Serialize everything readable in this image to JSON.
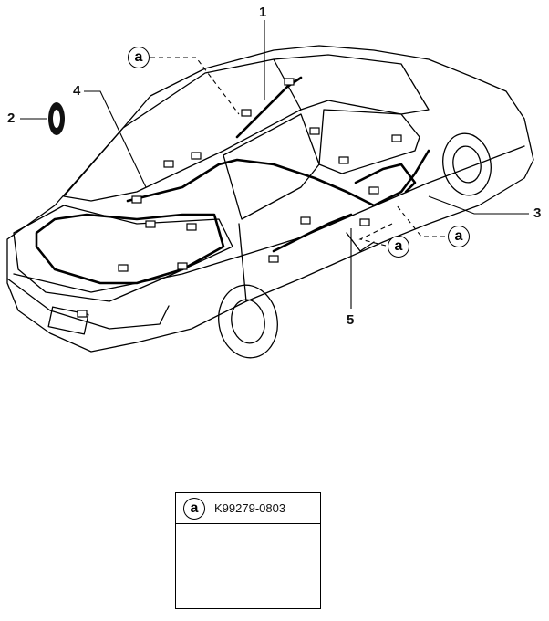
{
  "callouts": {
    "c1": "1",
    "c2": "2",
    "c3": "3",
    "c4": "4",
    "c5": "5"
  },
  "ref_marker": "a",
  "legend": {
    "marker": "a",
    "part_number": "K99279-0803"
  }
}
